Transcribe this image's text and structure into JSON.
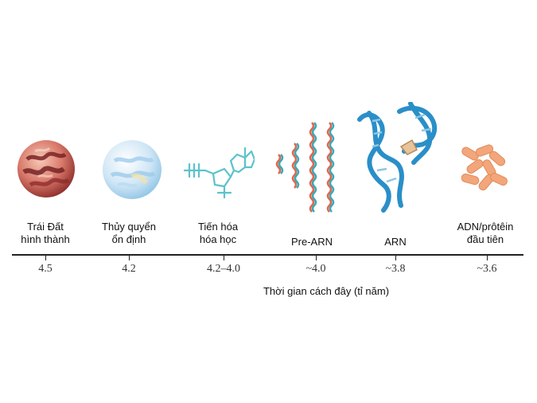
{
  "stages": [
    {
      "id": "earth",
      "label_lines": [
        "Trái Đất",
        "hình thành"
      ],
      "time": "4.5"
    },
    {
      "id": "hydrosphere",
      "label_lines": [
        "Thủy quyển",
        "ổn định"
      ],
      "time": "4.2"
    },
    {
      "id": "chemical",
      "label_lines": [
        "Tiến hóa",
        "hóa học"
      ],
      "time": "4.2–4.0"
    },
    {
      "id": "pre-rna",
      "label_lines": [
        "Pre-ARN"
      ],
      "time": "~4.0"
    },
    {
      "id": "rna",
      "label_lines": [
        "ARN"
      ],
      "time": "~3.8"
    },
    {
      "id": "dna-protein",
      "label_lines": [
        "ADN/prôtêin",
        "đầu tiên"
      ],
      "time": "~3.6"
    }
  ],
  "axis": {
    "title": "Thời gian cách đây (tỉ năm)"
  },
  "colors": {
    "earth_base": "#c8524a",
    "hydro_base": "#cfe6f5",
    "molecule": "#5cc2cc",
    "rna_helix": "#2a8fc8",
    "strand_red": "#e0664a",
    "strand_teal": "#3aa8b8",
    "cells": "#f2a67a"
  },
  "icons": [
    "planet-earth-icon",
    "water-sphere-icon",
    "molecule-structure-icon",
    "pre-rna-strands-icon",
    "rna-helix-icon",
    "dna-protein-cells-icon"
  ]
}
